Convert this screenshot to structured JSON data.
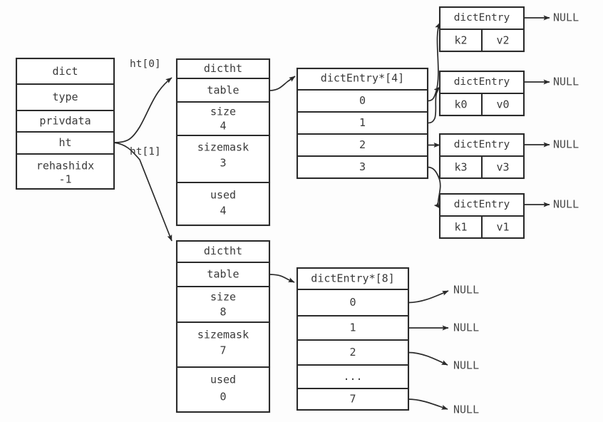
{
  "diagram": {
    "title": "redis-dict-rehash-structure",
    "colors": {
      "background": "#fdfdfd",
      "box_fill": "#ffffff",
      "stroke": "#2b2b2b",
      "text": "#3a3a3a"
    },
    "dict_struct": {
      "name": "dict-struct",
      "header": "dict",
      "fields": [
        {
          "label": "type",
          "value": ""
        },
        {
          "label": "privdata",
          "value": ""
        },
        {
          "label": "ht",
          "value": ""
        },
        {
          "label": "rehashidx",
          "value": "-1"
        }
      ]
    },
    "edge_labels": {
      "ht0": "ht[0]",
      "ht1": "ht[1]"
    },
    "dictht_0": {
      "name": "dictht-0",
      "header": "dictht",
      "fields": [
        {
          "label": "table",
          "value": ""
        },
        {
          "label": "size",
          "value": "4"
        },
        {
          "label": "sizemask",
          "value": "3"
        },
        {
          "label": "used",
          "value": "4"
        }
      ]
    },
    "dictht_1": {
      "name": "dictht-1",
      "header": "dictht",
      "fields": [
        {
          "label": "table",
          "value": ""
        },
        {
          "label": "size",
          "value": "8"
        },
        {
          "label": "sizemask",
          "value": "7"
        },
        {
          "label": "used",
          "value": "0"
        }
      ]
    },
    "table_0": {
      "name": "dictentry-array-4",
      "header": "dictEntry*[4]",
      "slots": [
        "0",
        "1",
        "2",
        "3"
      ]
    },
    "table_1": {
      "name": "dictentry-array-8",
      "header": "dictEntry*[8]",
      "slots": [
        "0",
        "1",
        "2",
        "...",
        "7"
      ]
    },
    "entries": [
      {
        "header": "dictEntry",
        "key": "k2",
        "value": "v2",
        "next": "NULL"
      },
      {
        "header": "dictEntry",
        "key": "k0",
        "value": "v0",
        "next": "NULL"
      },
      {
        "header": "dictEntry",
        "key": "k3",
        "value": "v3",
        "next": "NULL"
      },
      {
        "header": "dictEntry",
        "key": "k1",
        "value": "v1",
        "next": "NULL"
      }
    ],
    "empty_slot_targets": [
      "NULL",
      "NULL",
      "NULL",
      "NULL"
    ]
  }
}
